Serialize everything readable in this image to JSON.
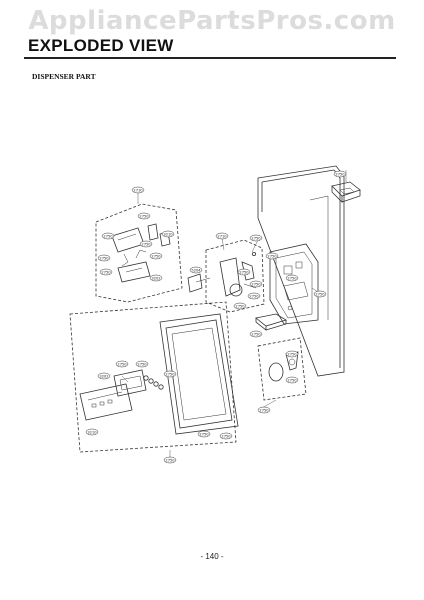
{
  "watermark": "AppliancePartsPros.com",
  "header": {
    "title": "EXPLODED VIEW",
    "section": "DISPENSER PART"
  },
  "page_number": "- 140 -",
  "callouts": [
    "2710",
    "2750",
    "3210",
    "2750",
    "2750",
    "2750",
    "2750",
    "2750",
    "3202",
    "5204",
    "2710",
    "2750",
    "2750",
    "2750",
    "2750",
    "2750",
    "2750",
    "2750",
    "2750",
    "2750",
    "2750",
    "2750",
    "2750",
    "3202",
    "2750",
    "3210",
    "2750",
    "2750",
    "2750",
    "2750",
    "2750",
    "2750"
  ]
}
